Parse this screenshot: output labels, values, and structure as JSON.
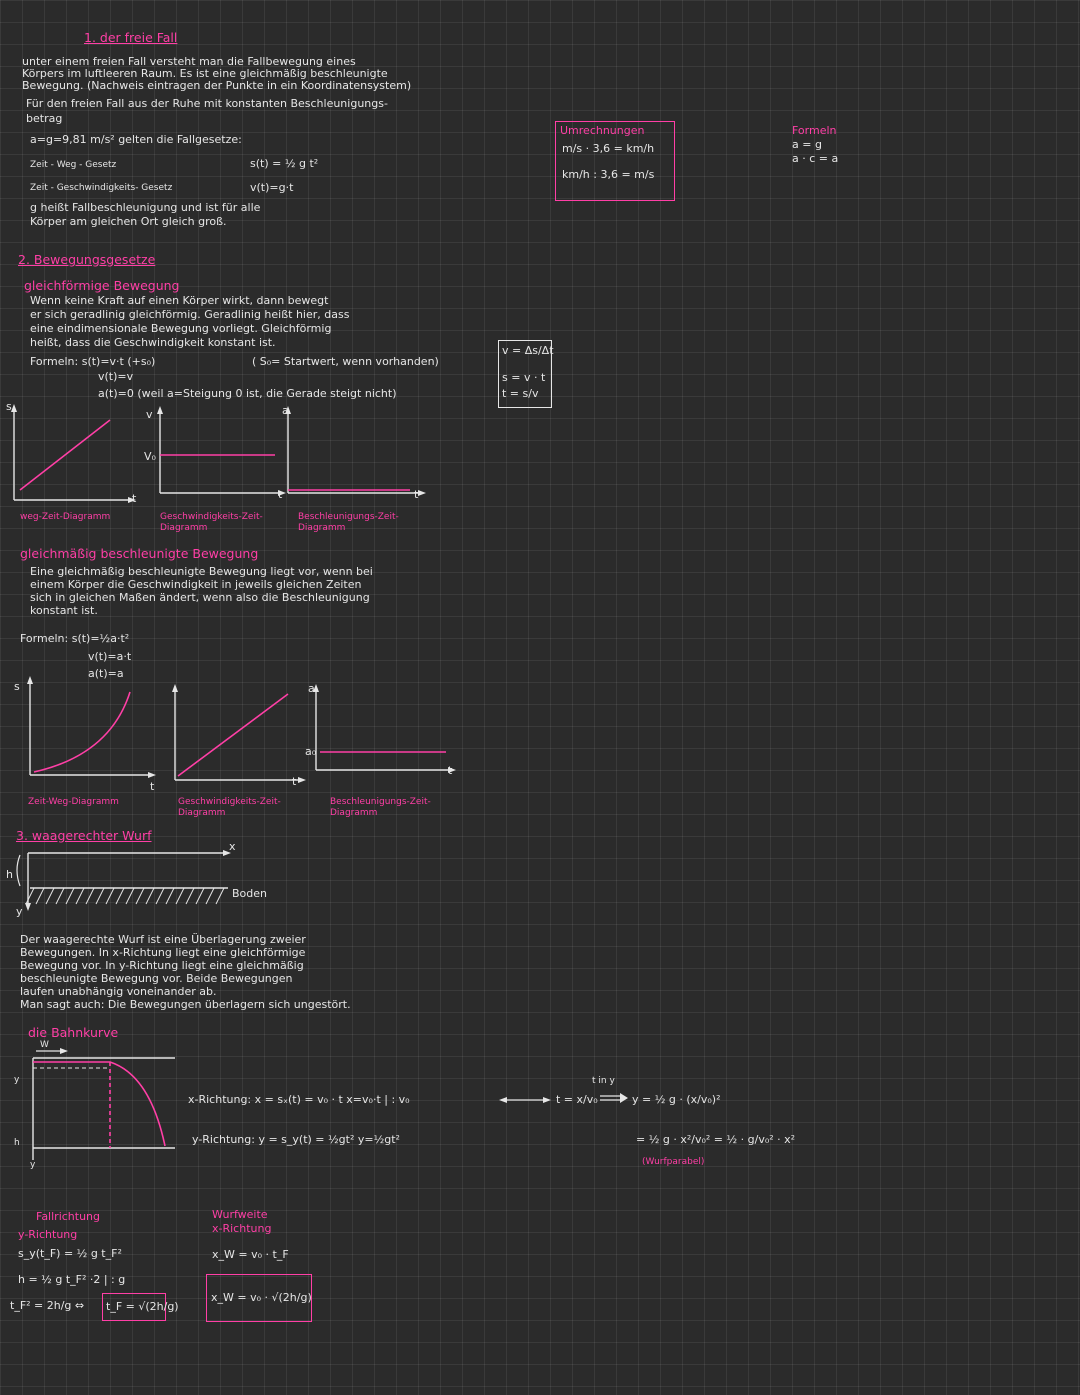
{
  "sec1": {
    "title": "1. der freie Fall",
    "intro": [
      "unter einem freien Fall versteht man die Fallbewegung eines",
      "Körpers im luftleeren Raum. Es ist eine gleichmäßig beschleunigte",
      "Bewegung. (Nachweis eintragen der Punkte in ein Koordinatensystem)",
      "Für den freien Fall aus der Ruhe mit konstanten Beschleunigungs-",
      "betrag"
    ],
    "g_line": "a=g=9,81 m/s²  gelten die Fallgesetze:",
    "zw_label": "Zeit - Weg - Gesetz",
    "zw_formula": "s(t) = ½ g t²",
    "zg_label": "Zeit - Geschwindigkeits- Gesetz",
    "zg_formula": "v(t)=g·t",
    "g_note": [
      "g heißt Fallbeschleunigung und ist für alle",
      "Körper am gleichen Ort gleich groß."
    ]
  },
  "sec2": {
    "title": "2. Bewegungsgesetze",
    "sub1": "gleichförmige Bewegung",
    "text1": [
      "Wenn keine Kraft auf einen Körper wirkt, dann bewegt",
      "er sich geradlinig gleichförmig. Geradlinig heißt hier, dass",
      "eine eindimensionale Bewegung vorliegt. Gleichförmig",
      "heißt, dass die Geschwindigkeit konstant ist."
    ],
    "formulas1": [
      "Formeln:  s(t)=v·t (+s₀)",
      "v(t)=v",
      "a(t)=0  (weil a=Steigung 0 ist, die Gerade steigt nicht)"
    ],
    "s0_note": "( S₀= Startwert, wenn vorhanden)",
    "axis": {
      "s": "s",
      "v": "v",
      "a": "a",
      "t": "t",
      "v0": "V₀",
      "a0": "a₀"
    },
    "graphs1": [
      "weg-Zeit-Diagramm",
      "Geschwindigkeits-Zeit-Diagramm",
      "Beschleunigungs-Zeit-Diagramm"
    ],
    "sub2": "gleichmäßig beschleunigte Bewegung",
    "text2": [
      "Eine gleichmäßig beschleunigte Bewegung liegt vor, wenn bei",
      "einem Körper die Geschwindigkeit in jeweils gleichen Zeiten",
      "sich in gleichen Maßen ändert, wenn also die Beschleunigung",
      "konstant ist."
    ],
    "formulas2": [
      "Formeln: s(t)=½a·t²",
      "v(t)=a·t",
      "a(t)=a"
    ],
    "graphs2": [
      "Zeit-Weg-Diagramm",
      "Geschwindigkeits-Zeit-Diagramm",
      "Beschleunigungs-Zeit-Diagramm"
    ]
  },
  "sec3": {
    "title": "3. waagerechter Wurf",
    "h": "h",
    "x": "x",
    "y": "y",
    "boden": "Boden",
    "text": [
      "Der waagerechte Wurf ist eine Überlagerung zweier",
      "Bewegungen. In x-Richtung liegt eine gleichförmige",
      "Bewegung vor. In y-Richtung liegt eine gleichmäßig",
      "beschleunigte Bewegung vor. Beide Bewegungen",
      "laufen unabhängig voneinander ab.",
      "Man sagt auch: Die Bewegungen überlagern sich ungestört."
    ],
    "bahnkurve": "die Bahnkurve",
    "w": "W",
    "xdir": "x-Richtung: x = sₓ(t) = v₀ · t   x=v₀·t   | : v₀",
    "ydir": "y-Richtung: y = s_y(t) = ½gt²   y=½gt²",
    "t_eq": "t = x/v₀",
    "tiny": "t in y",
    "parab1": "y = ½ g · (x/v₀)²",
    "parab2": "= ½ g · x²/v₀² = ½ · g/v₀² · x²",
    "parab_label": "(Wurfparabel)",
    "fall_title": [
      "Fallrichtung",
      "y-Richtung"
    ],
    "fall_eq": [
      "s_y(t_F) = ½ g t_F²",
      "h = ½ g t_F²   ·2 | : g",
      "t_F² = 2h/g  ⇔"
    ],
    "tf_box": "t_F = √(2h/g)",
    "wurf_title": [
      "Wurfweite",
      "x-Richtung"
    ],
    "wurf_eq": "x_W = v₀ · t_F",
    "xw_box": "x_W = v₀ · √(2h/g)"
  },
  "side": {
    "vbox": [
      "v = Δs/Δt",
      "s = v · t",
      "t = s/v"
    ],
    "umr_title": "Umrechnungen",
    "umr": [
      "m/s · 3,6 = km/h",
      "km/h : 3,6 = m/s"
    ],
    "formeln_title": "Formeln",
    "formeln": [
      "a = g",
      "a · c = a"
    ]
  }
}
